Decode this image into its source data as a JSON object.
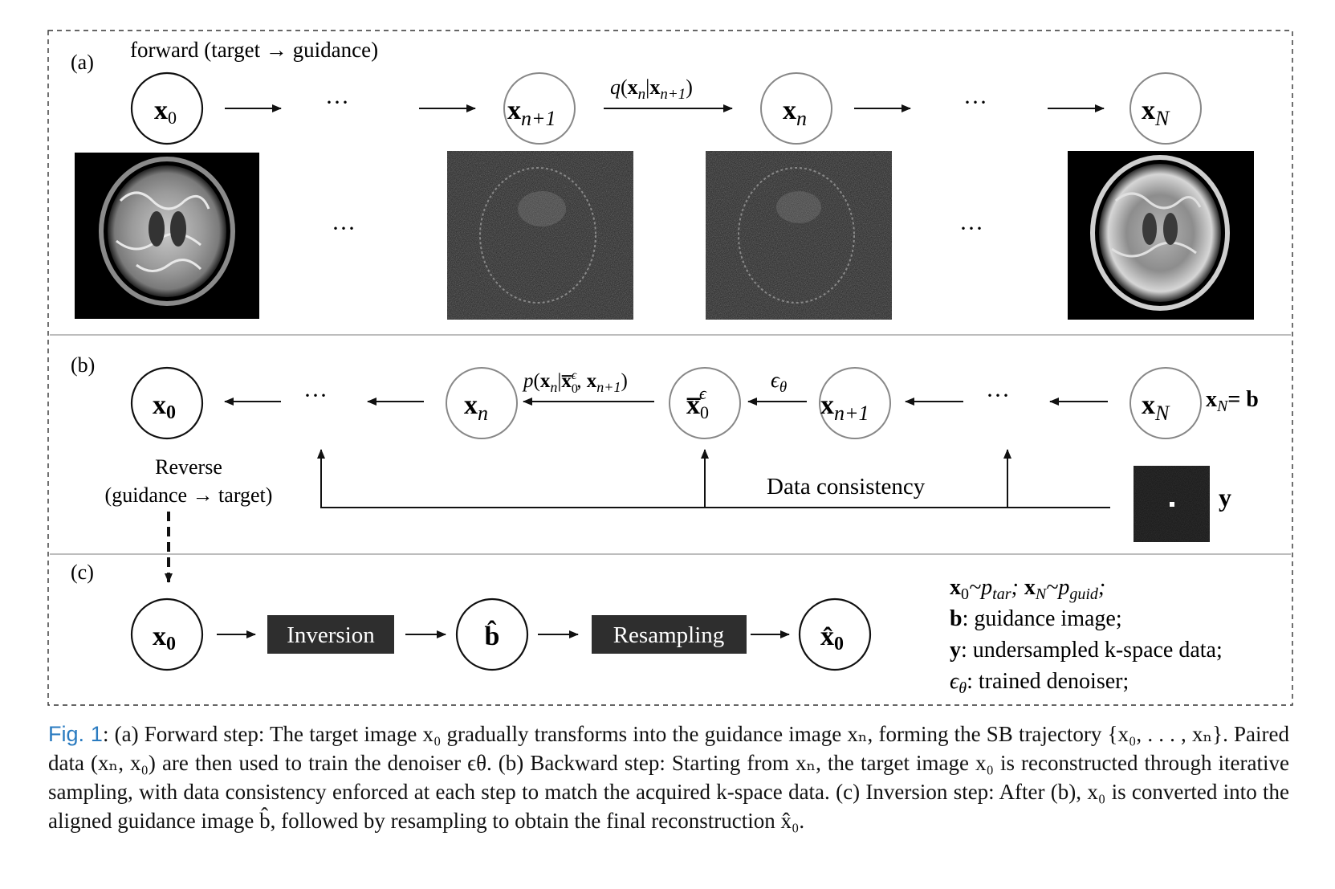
{
  "panels": {
    "a": {
      "label": "(a)",
      "title": "forward (target → guidance)",
      "nodes": [
        "x0",
        "x_{n+1}",
        "x_n",
        "x_N"
      ],
      "edge_label": "q(x_n|x_{n+1})",
      "ellipsis": "···"
    },
    "b": {
      "label": "(b)",
      "nodes": [
        "x0",
        "x_n",
        "x̅0^ε",
        "x_{n+1}",
        "x_N"
      ],
      "edge_label_p": "p(x_n|x̅0^ε, x_{n+1})",
      "edge_label_eps": "ε_θ",
      "xn_eq": "= b",
      "reverse_line1": "Reverse",
      "reverse_line2": "(guidance → target)",
      "data_consistency": "Data consistency",
      "y_label": "y",
      "ellipsis": "···"
    },
    "c": {
      "label": "(c)",
      "inversion": "Inversion",
      "resampling": "Resampling",
      "legend": [
        "x0~p_tar; x_N~p_guid;",
        "b: guidance image;",
        "y: undersampled k-space data;",
        "ε_θ: trained denoiser;"
      ],
      "legend_parts": {
        "l1_a": "x",
        "l1_a_sub": "0",
        "l1_b": "~p",
        "l1_b_sub": "tar",
        "l1_c": "; ",
        "l1_d": "x",
        "l1_d_sub": "N",
        "l1_e": "~p",
        "l1_e_sub": "guid",
        "l1_f": ";",
        "l2_bold": "b",
        "l2_rest": ": guidance image;",
        "l3_bold": "y",
        "l3_rest": ": undersampled k-space data;",
        "l4_eps": "ϵ",
        "l4_sub": "θ",
        "l4_rest": ": trained denoiser;"
      }
    }
  },
  "symbols": {
    "x": "x",
    "sub0": "0",
    "subn": "n",
    "subn1": "n+1",
    "subN": "N",
    "eps": "ϵ",
    "theta": "θ",
    "b": "b",
    "bhat": "b̂"
  },
  "caption": {
    "fig_label": "Fig. 1",
    "text": ": (a) Forward step: The target image x₀ gradually transforms into the guidance image xₙ, forming the SB trajectory {x₀, . . . , xₙ}. Paired data (xₙ, x₀) are then used to train the denoiser ϵθ. (b) Backward step: Starting from xₙ, the target image x₀ is reconstructed through iterative sampling, with data consistency enforced at each step to match the acquired k-space data. (c) Inversion step: After (b), x₀ is converted into the aligned guidance image b̂, followed by resampling to obtain the final reconstruction x̂₀."
  },
  "colors": {
    "box_fill": "#2e2e2e",
    "box_text": "#ffffff",
    "separator": "#bdbdbd",
    "caption_label": "#2a7bc0"
  }
}
